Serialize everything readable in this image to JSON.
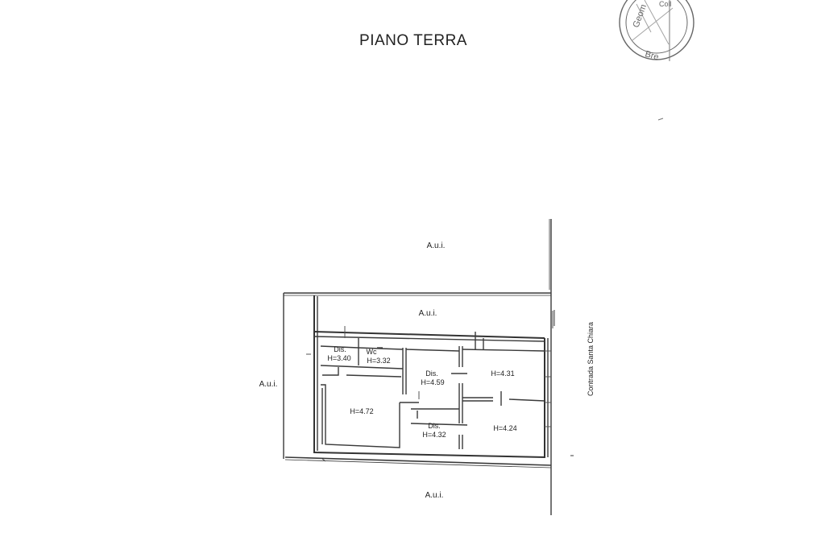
{
  "title": "PIANO TERRA",
  "street_label": "Contrada Santa Chiara",
  "stamp": {
    "text_fragments": [
      "Geom",
      "Bre",
      "Coll"
    ],
    "color": "#555555"
  },
  "surroundings": {
    "north_far": "A.u.i.",
    "north_near": "A.u.i.",
    "west": "A.u.i.",
    "south": "A.u.i."
  },
  "rooms": {
    "dis_left": {
      "name": "Dis.",
      "height": "H=3.40"
    },
    "wc": {
      "name": "Wc",
      "height": "H=3.32"
    },
    "dis_center": {
      "name": "Dis.",
      "height": "H=4.59"
    },
    "room_ne": {
      "name": "",
      "height": "H=4.31"
    },
    "room_main": {
      "name": "",
      "height": "H=4.72"
    },
    "dis_south": {
      "name": "Dis.",
      "height": "H=4.32"
    },
    "room_se": {
      "name": "",
      "height": "H=4.24"
    }
  },
  "colors": {
    "line": "#333333",
    "text": "#222222",
    "background": "#ffffff"
  }
}
